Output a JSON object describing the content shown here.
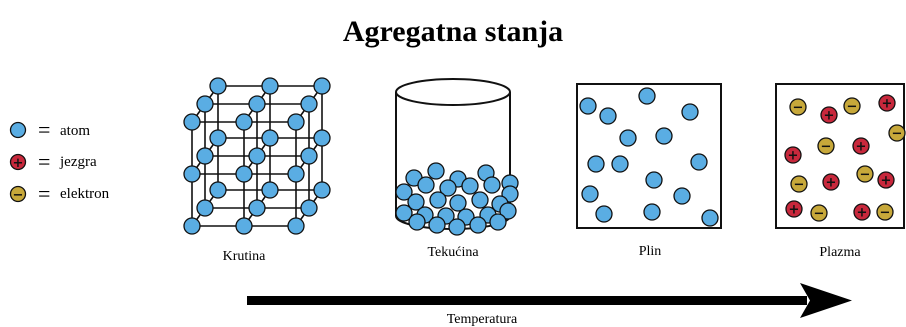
{
  "title": "Agregatna stanja",
  "legend": [
    {
      "symbol": "atom",
      "label": "atom"
    },
    {
      "symbol": "nucleus",
      "label": "jezgra"
    },
    {
      "symbol": "electron",
      "label": "elektron"
    }
  ],
  "legend_equals": "=",
  "states": [
    {
      "key": "solid",
      "label": "Krutina"
    },
    {
      "key": "liquid",
      "label": "Tekućina"
    },
    {
      "key": "gas",
      "label": "Plin"
    },
    {
      "key": "plasma",
      "label": "Plazma"
    }
  ],
  "arrow_label": "Temperatura",
  "symbols": {
    "plus": "+",
    "minus": "−"
  },
  "colors": {
    "atom": "#5aade3",
    "nucleus": "#c8283c",
    "electron": "#c7a83a",
    "stroke": "#111111"
  }
}
